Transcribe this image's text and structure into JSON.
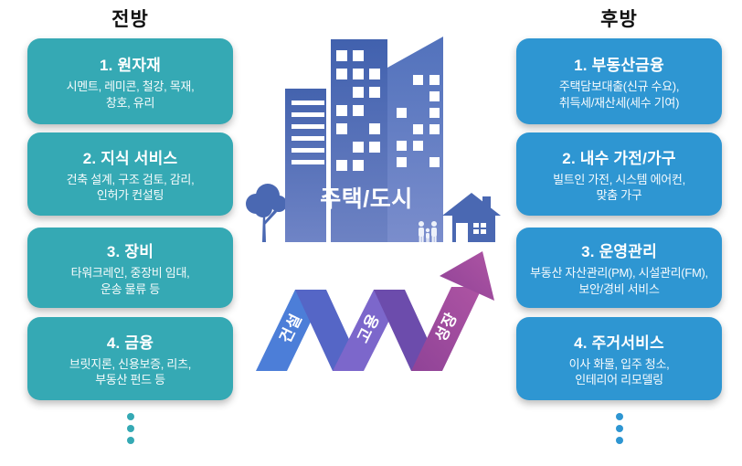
{
  "left_column": {
    "header": "전방",
    "accent_color": "#35A9B4",
    "items": [
      {
        "title": "1. 원자재",
        "desc": "시멘트, 레미콘, 철강, 목재,\n창호, 유리"
      },
      {
        "title": "2. 지식 서비스",
        "desc": "건축 설계, 구조 검토, 감리,\n인허가 컨설팅"
      },
      {
        "title": "3. 장비",
        "desc": "타워크레인, 중장비 임대,\n운송 물류 등"
      },
      {
        "title": "4. 금융",
        "desc": "브릿지론, 신용보증, 리츠,\n부동산 펀드 등"
      }
    ]
  },
  "right_column": {
    "header": "후방",
    "accent_color": "#2E96D2",
    "items": [
      {
        "title": "1. 부동산금융",
        "desc": "주택담보대출(신규 수요),\n취득세/재산세(세수 기여)"
      },
      {
        "title": "2. 내수 가전/가구",
        "desc": "빌트인 가전, 시스템 에어컨,\n맞춤 가구"
      },
      {
        "title": "3. 운영관리",
        "desc": "부동산 자산관리(PM), 시설관리(FM),\n보안/경비 서비스"
      },
      {
        "title": "4. 주거서비스",
        "desc": "이사 화물, 입주 청소,\n인테리어 리모델링"
      }
    ]
  },
  "center": {
    "building_label": "주택/도시",
    "building_color": "#4A68B2",
    "arrow_colors": {
      "start": "#4C7ED8",
      "mid": "#7C67CB",
      "end": "#A04A9D"
    },
    "arrow_segments": [
      {
        "label": "건설"
      },
      {
        "label": "고용"
      },
      {
        "label": "성장"
      }
    ]
  }
}
